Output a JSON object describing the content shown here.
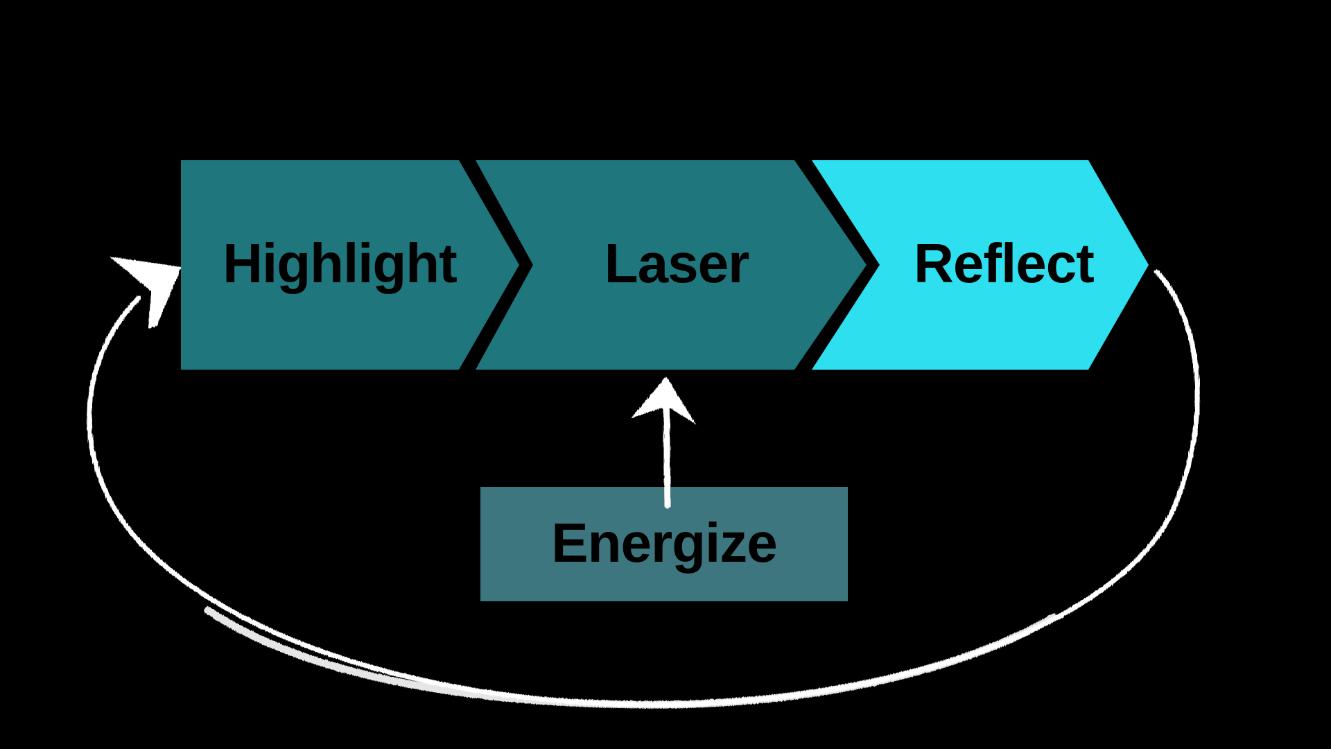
{
  "diagram": {
    "type": "process-cycle",
    "background": "#000000",
    "steps": [
      {
        "id": "highlight",
        "label": "Highlight",
        "color": "#1f767d",
        "active": false
      },
      {
        "id": "laser",
        "label": "Laser",
        "color": "#1f767d",
        "active": false
      },
      {
        "id": "reflect",
        "label": "Reflect",
        "color": "#2ee0ef",
        "active": true
      }
    ],
    "input": {
      "id": "energize",
      "label": "Energize",
      "color": "#3d767e",
      "feeds_into": "laser"
    },
    "connectors": [
      {
        "from": "energize",
        "to": "laser",
        "style": "hand-drawn-arrow",
        "color": "#ffffff"
      },
      {
        "from": "reflect",
        "to": "highlight",
        "style": "hand-drawn-loop-arrow",
        "color": "#ffffff"
      }
    ]
  }
}
